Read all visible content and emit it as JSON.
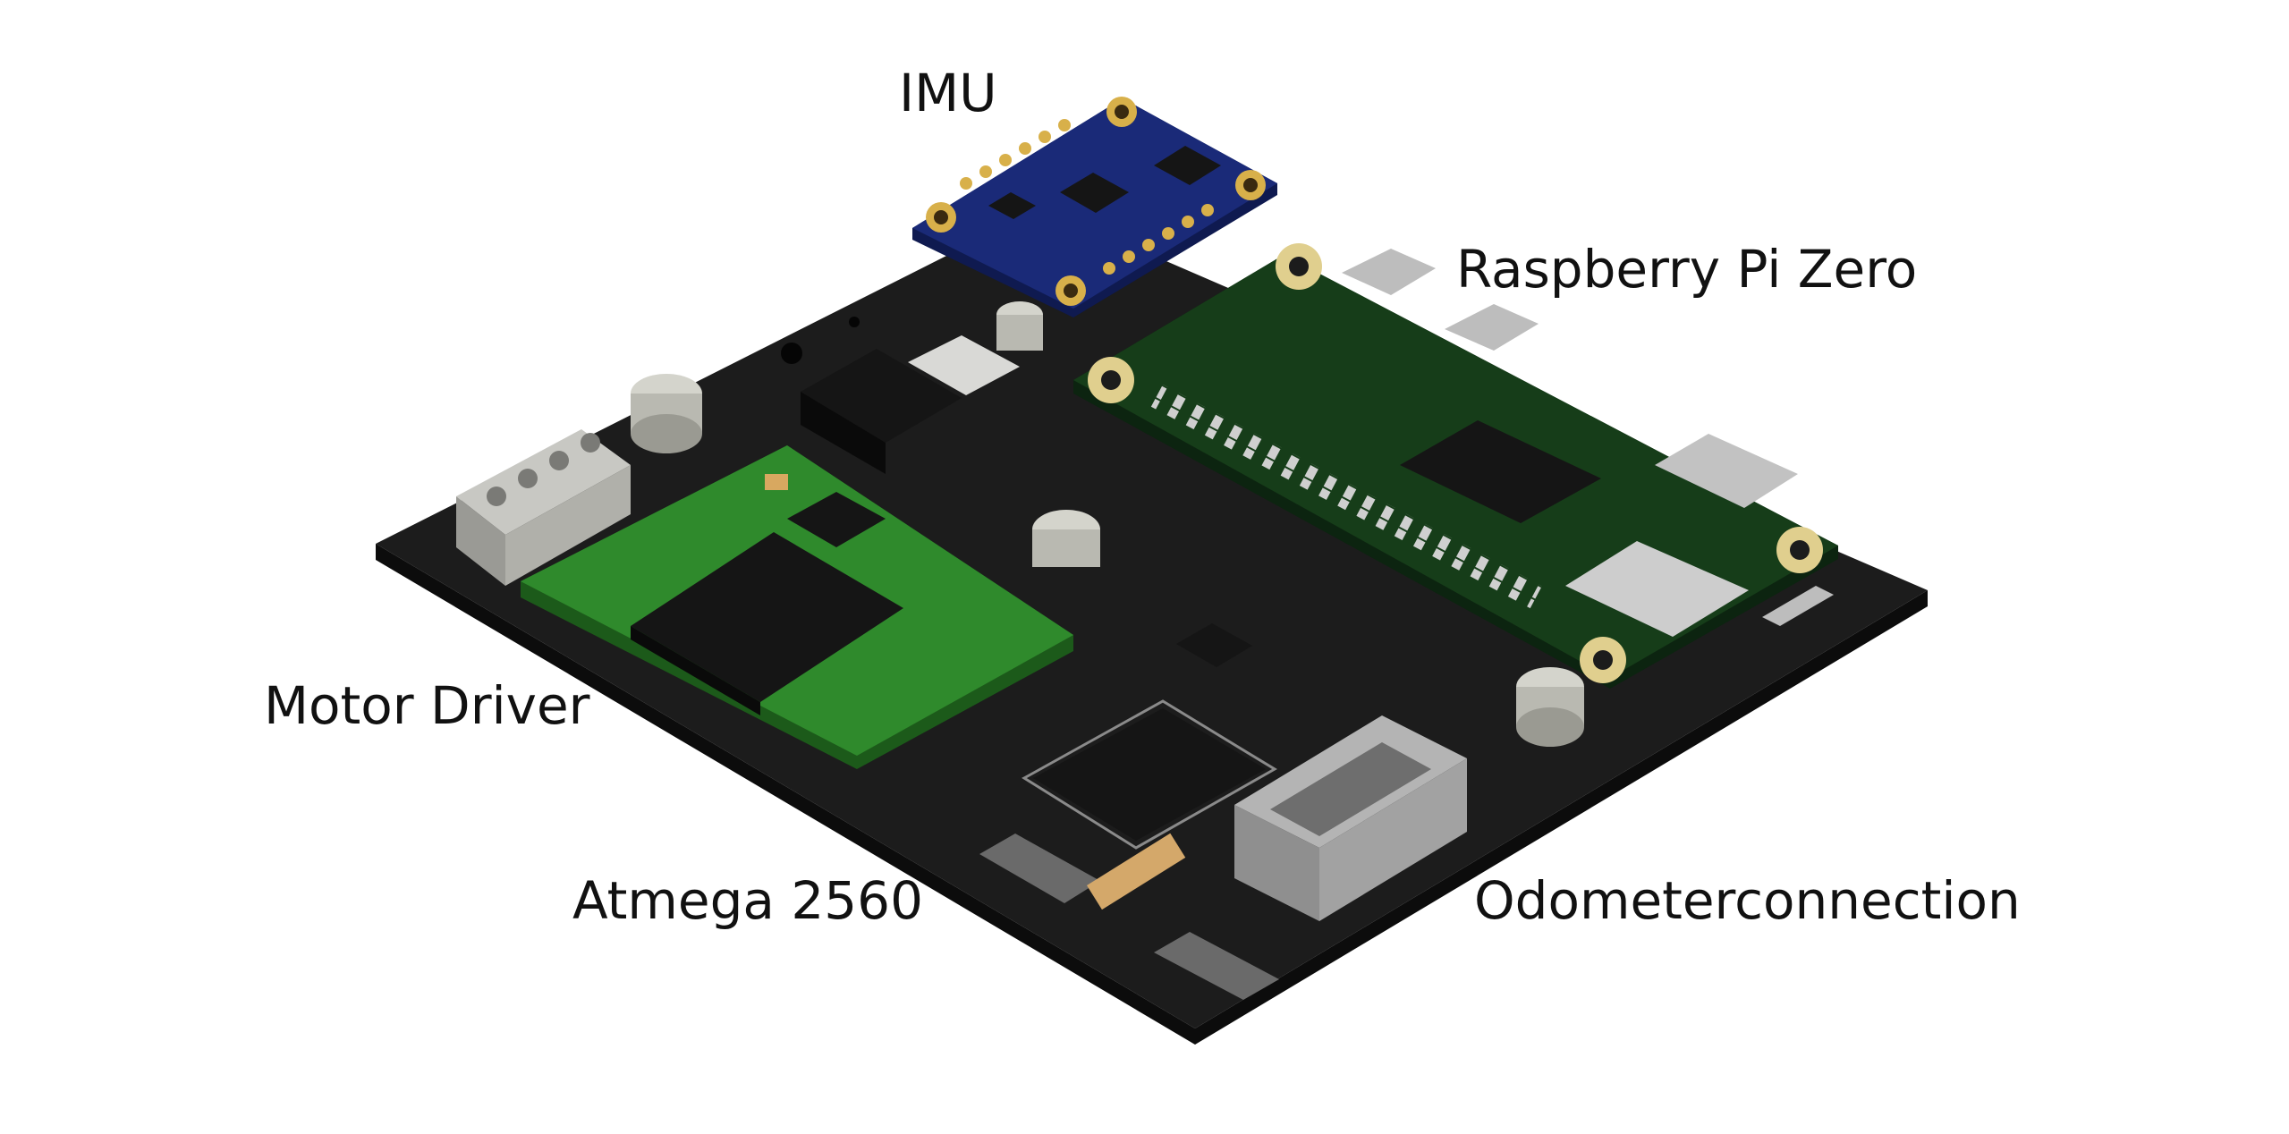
{
  "labels": {
    "imu": "IMU",
    "raspberry_pi": "Raspberry Pi Zero",
    "motor_driver": "Motor Driver",
    "atmega": "Atmega 2560",
    "odometer": "Odometerconnection"
  },
  "colors": {
    "main_pcb": "#1c1c1c",
    "main_pcb_edge": "#0c0c0c",
    "motor_driver_pcb": "#2f8a2c",
    "raspberry_pcb": "#163d19",
    "imu_pcb": "#1a2a78",
    "gold": "#d8b04a",
    "chip": "#151515",
    "terminal": "#a9a9a4",
    "connector": "#9c9c9c"
  }
}
